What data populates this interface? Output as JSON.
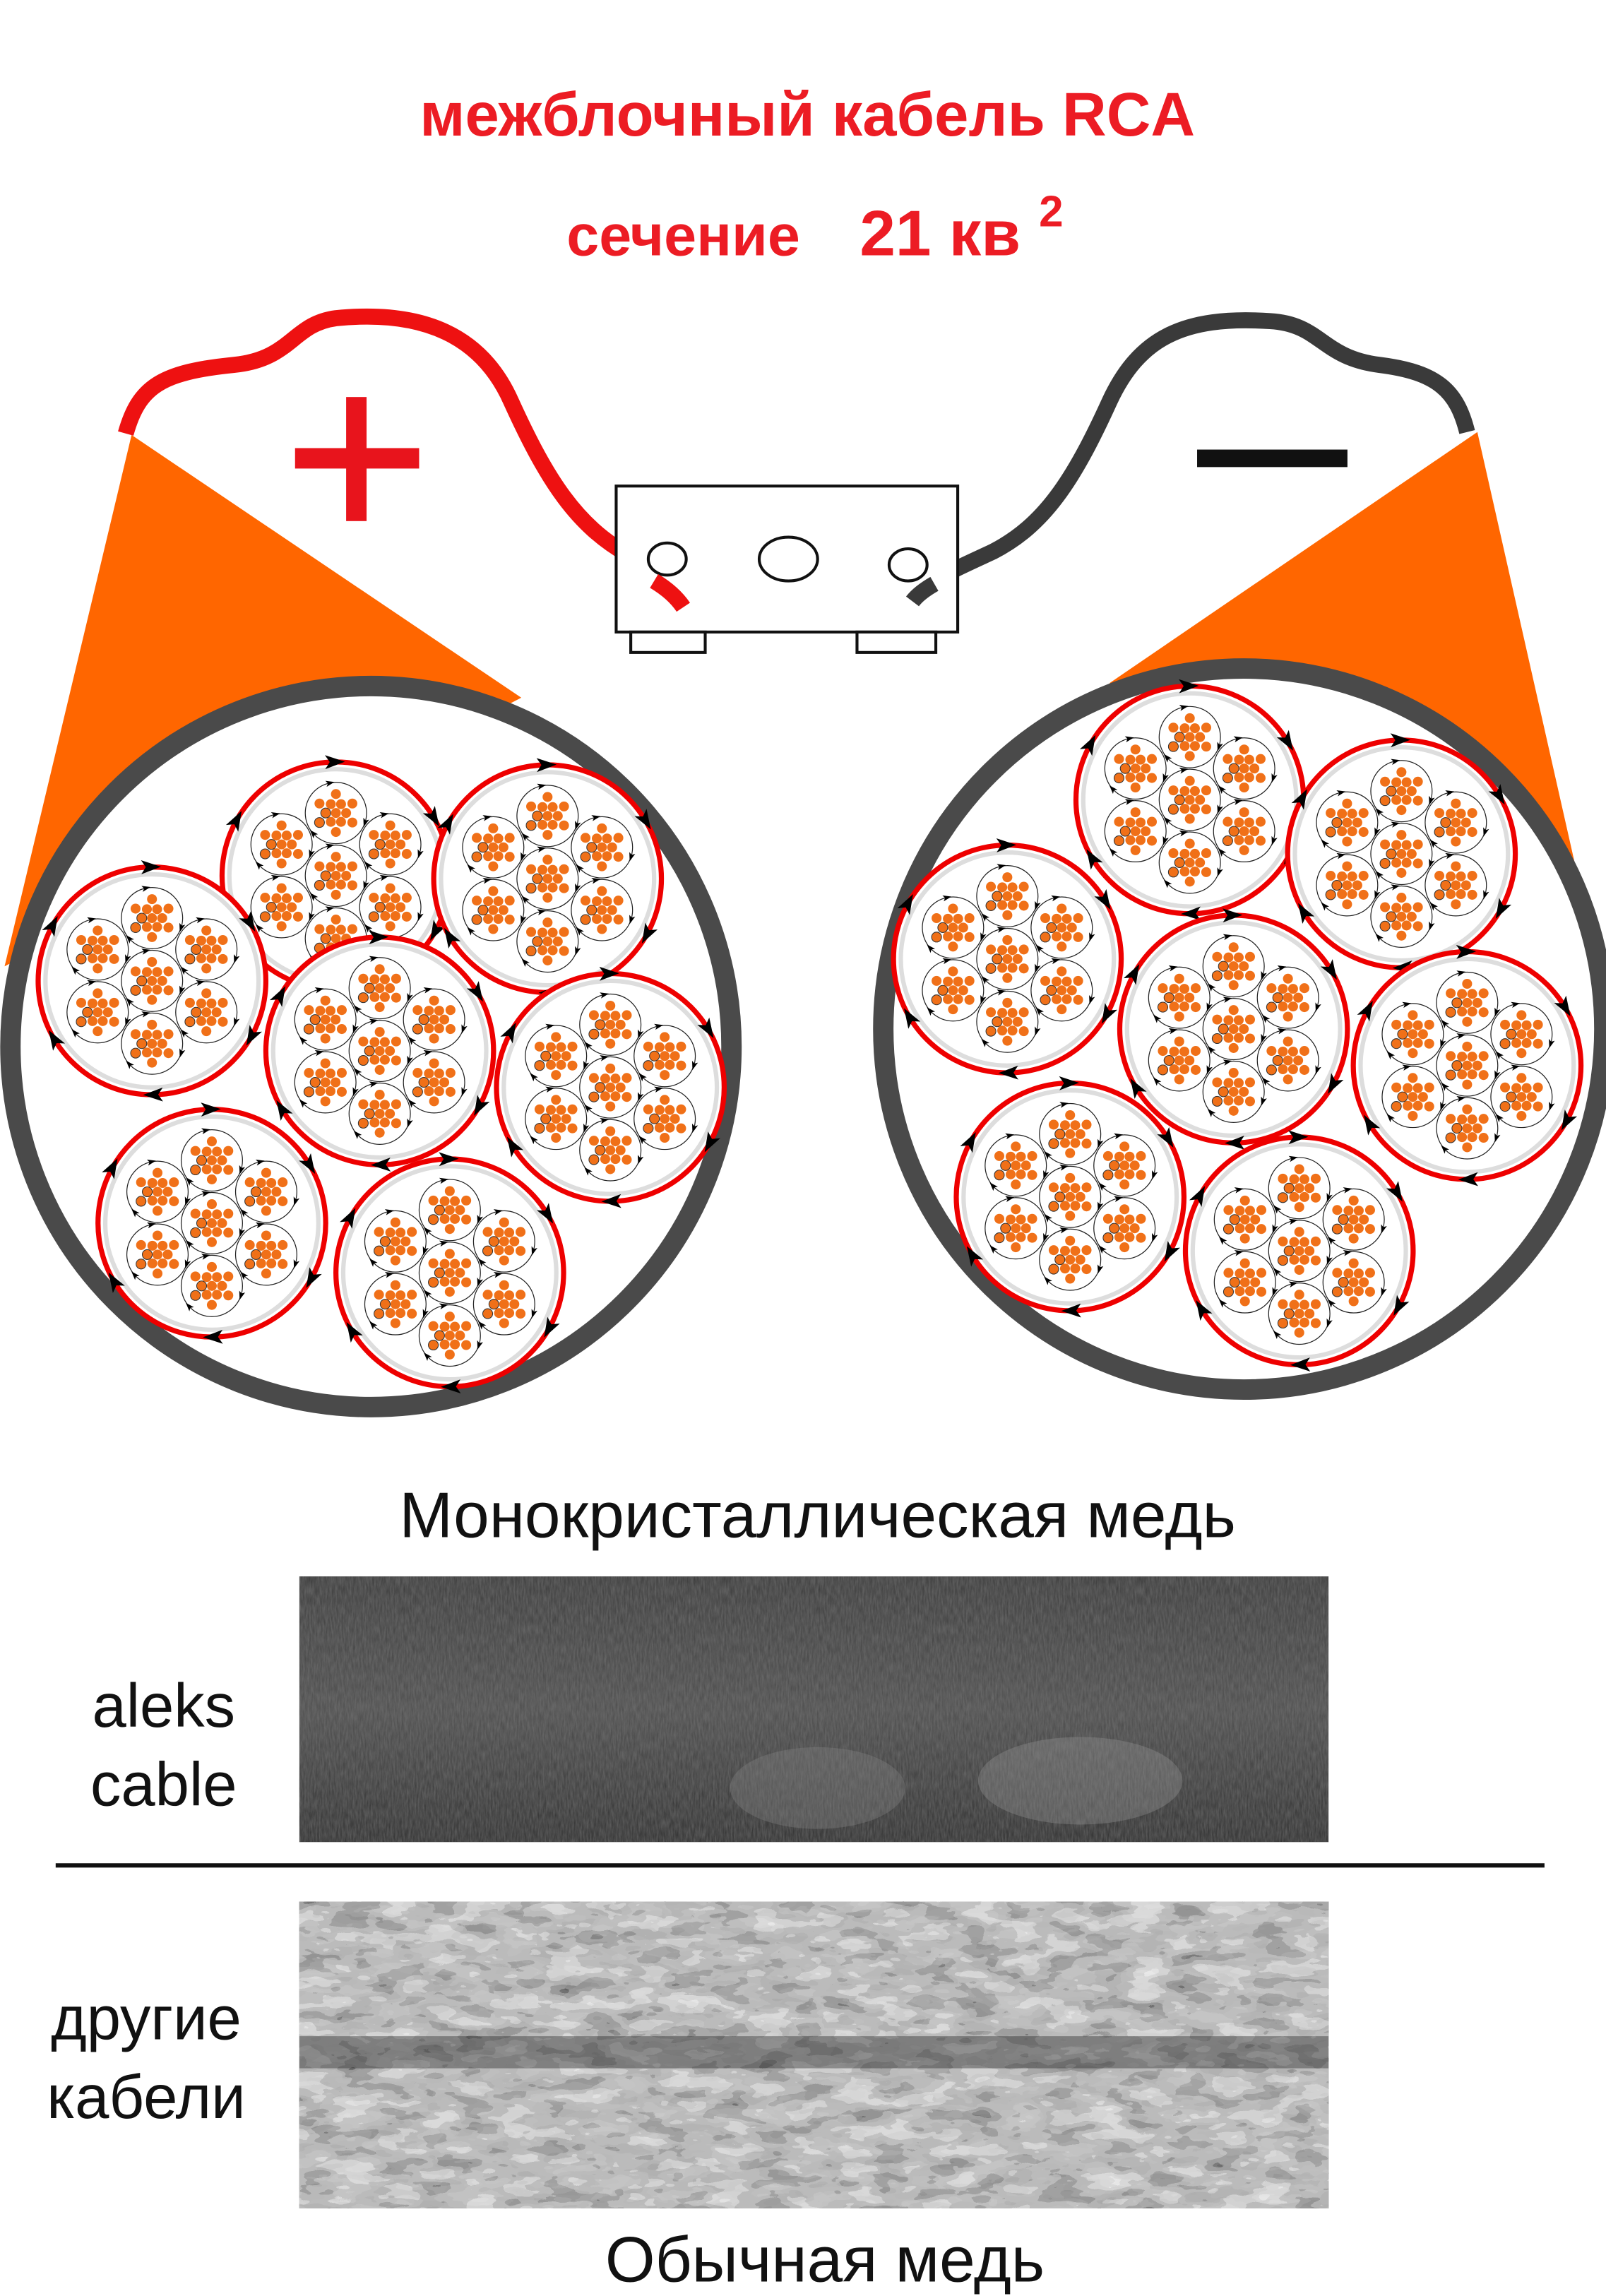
{
  "title": {
    "line1": "межблочный кабель RCA",
    "line2_prefix": "сечение",
    "line2_value": "21 кв",
    "line2_sup": "2"
  },
  "polarity": {
    "plus": "+",
    "minus": "—"
  },
  "labels": {
    "mono_copper": "Монокристаллическая медь",
    "aleks_line1": "aleks",
    "aleks_line2": "cable",
    "others_line1": "другие",
    "others_line2": "кабели",
    "regular_copper": "Обычная медь"
  },
  "colors": {
    "title_red": "#ec1c24",
    "plus_wire": "#ee1111",
    "minus_wire": "#3a3a3a",
    "cone_orange": "#ff6600",
    "strand_orange": "#f07018",
    "jacket_grey": "#4a4a4a"
  }
}
